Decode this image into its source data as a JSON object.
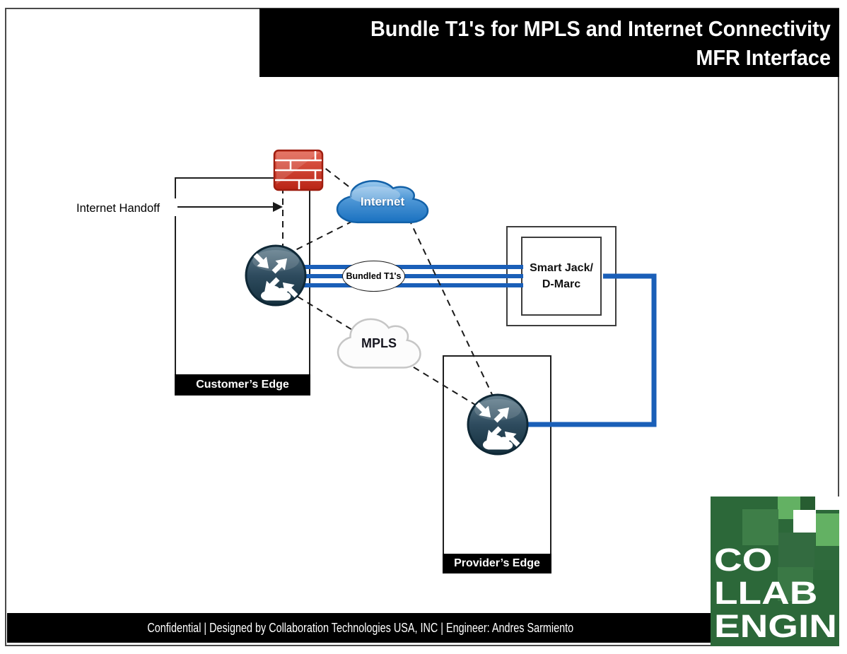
{
  "title": {
    "line1": "Bundle T1's for MPLS and Internet Connectivity",
    "line2": "MFR Interface"
  },
  "diagram": {
    "internet_handoff": "Internet Handoff",
    "customer_edge": "Customer’s Edge",
    "provider_edge": "Provider’s Edge",
    "smart_jack_line1": "Smart Jack/",
    "smart_jack_line2": "D-Marc",
    "bundled_t1s": "Bundled T1's",
    "internet_cloud": "Internet",
    "mpls_cloud": "MPLS",
    "icons": {
      "firewall": "firewall-brick-icon",
      "customer_router": "router-icon",
      "provider_router": "router-icon",
      "internet": "cloud-icon",
      "mpls": "cloud-icon"
    }
  },
  "footer": {
    "text": "Confidential | Designed by Collaboration Technologies USA, INC | Engineer: Andres Sarmiento"
  },
  "logo": {
    "line1": "CO",
    "line2": "LLAB",
    "line3": "ENGIN"
  },
  "colors": {
    "accent_blue": "#1a5fb8",
    "dash_black": "#1a1a1a",
    "bar_black": "#000000",
    "firewall_red": "#c0271c",
    "cloud_blue": "#2b7fc9",
    "router_navy": "#1d3a4c",
    "logo_dark_green": "#2c6839",
    "logo_mid_green": "#3e7e48",
    "logo_light_green": "#63b163"
  }
}
